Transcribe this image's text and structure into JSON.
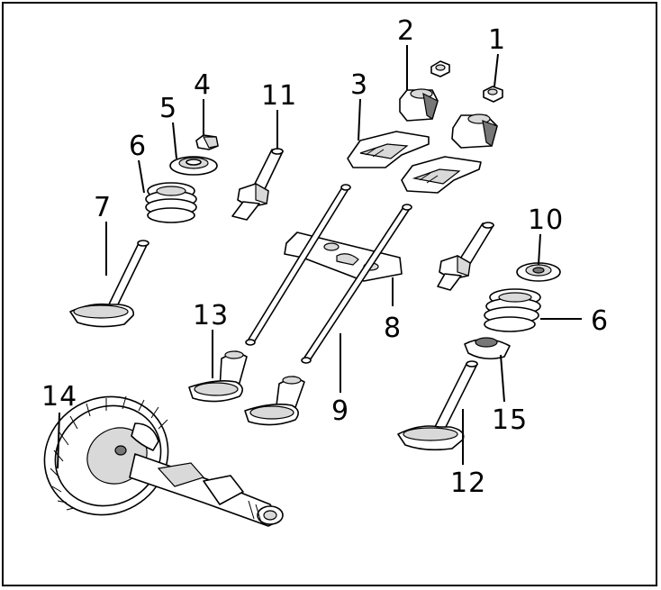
{
  "diagram": {
    "callouts": [
      {
        "id": "c1",
        "text": "1"
      },
      {
        "id": "c2",
        "text": "2"
      },
      {
        "id": "c3",
        "text": "3"
      },
      {
        "id": "c4",
        "text": "4"
      },
      {
        "id": "c5",
        "text": "5"
      },
      {
        "id": "c6a",
        "text": "6"
      },
      {
        "id": "c6b",
        "text": "6"
      },
      {
        "id": "c7",
        "text": "7"
      },
      {
        "id": "c8",
        "text": "8"
      },
      {
        "id": "c9",
        "text": "9"
      },
      {
        "id": "c10",
        "text": "10"
      },
      {
        "id": "c11",
        "text": "11"
      },
      {
        "id": "c12",
        "text": "12"
      },
      {
        "id": "c13",
        "text": "13"
      },
      {
        "id": "c14",
        "text": "14"
      },
      {
        "id": "c15",
        "text": "15"
      }
    ]
  },
  "colors": {
    "line": "#000000",
    "background": "#ffffff",
    "shade": "#d9d9d9"
  }
}
